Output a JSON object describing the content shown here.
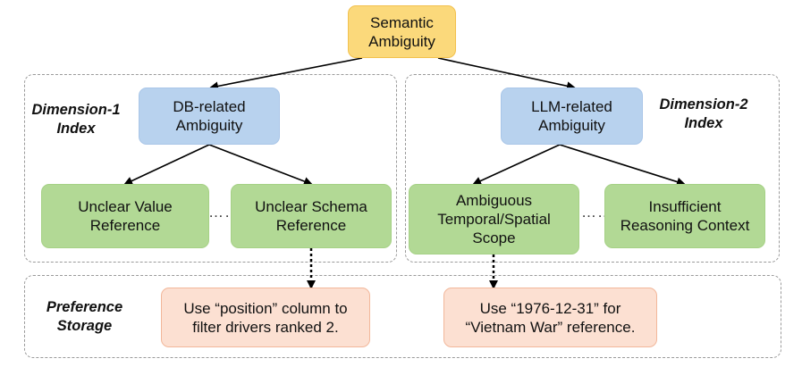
{
  "root": {
    "label": "Semantic\nAmbiguity"
  },
  "dimension1": {
    "label": "Dimension-1\nIndex",
    "node": "DB-related\nAmbiguity",
    "children": [
      "Unclear Value\nReference",
      "Unclear Schema\nReference"
    ],
    "ellipsis": "……"
  },
  "dimension2": {
    "label": "Dimension-2\nIndex",
    "node": "LLM-related\nAmbiguity",
    "children": [
      "Ambiguous\nTemporal/Spatial\nScope",
      "Insufficient\nReasoning Context"
    ],
    "ellipsis": "……"
  },
  "preference": {
    "label": "Preference\nStorage",
    "items": [
      "Use “position” column to\nfilter drivers ranked 2.",
      "Use “1976-12-31” for\n“Vietnam War” reference."
    ]
  },
  "colors": {
    "root_fill": "#fbd97b",
    "blue_fill": "#b8d2ee",
    "green_fill": "#b2d995",
    "pref_fill": "#fce0d2",
    "panel_border": "#9a9a9a"
  }
}
